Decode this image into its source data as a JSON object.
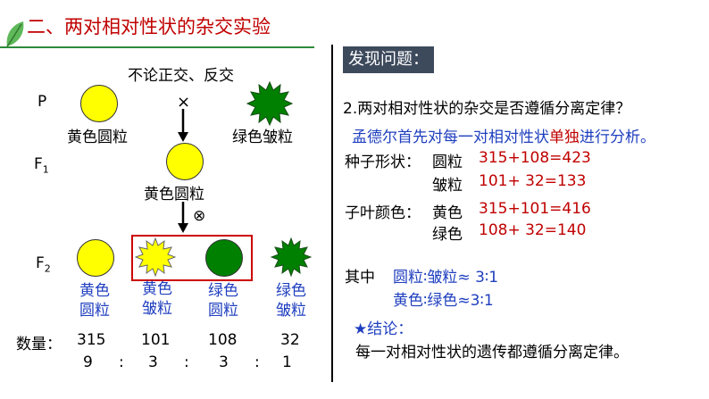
{
  "header": {
    "title": "二、两对相对性状的杂交实验"
  },
  "cross": {
    "note": "不论正交、反交",
    "p_label": "P",
    "cross_symbol": "×",
    "p1_label": "黄色圆粒",
    "p2_label": "绿色皱粒",
    "f1_label": "F",
    "f1_sub": "1",
    "f1_pheno": "黄色圆粒",
    "self_symbol": "⊗",
    "f2_label": "F",
    "f2_sub": "2",
    "f2_phenos": [
      {
        "line1": "黄色",
        "line2": "圆粒"
      },
      {
        "line1": "黄色",
        "line2": "皱粒"
      },
      {
        "line1": "绿色",
        "line2": "圆粒"
      },
      {
        "line1": "绿色",
        "line2": "皱粒"
      }
    ],
    "count_label": "数量：",
    "counts": [
      "315",
      "101",
      "108",
      "32"
    ],
    "ratio": [
      "9",
      ":",
      "3",
      ":",
      "3",
      ":",
      "1"
    ]
  },
  "analysis": {
    "section_label": "发现问题：",
    "question": "2.两对相对性状的杂交是否遵循分离定律？",
    "intro_part1": "孟德尔首先对每一对相对性状",
    "intro_highlight": "单独",
    "intro_part2": "进行分析。",
    "seed_shape_label": "种子形状：",
    "round_label": "圆粒",
    "round_calc": "315+108=423",
    "wrinkled_label": "皱粒",
    "wrinkled_calc": "101+ 32=133",
    "cotyledon_label": "子叶颜色：",
    "yellow_label": "黄色",
    "yellow_calc": "315+101=416",
    "green_label": "绿色",
    "green_calc": "108+ 32=140",
    "among_label": "其中",
    "ratio_shape": "圆粒∶皱粒≈ 3∶1",
    "ratio_color": "黄色∶绿色≈3∶1",
    "conclusion_label": "★结论：",
    "conclusion_text": "每一对相对性状的遗传都遵循分离定律。"
  }
}
